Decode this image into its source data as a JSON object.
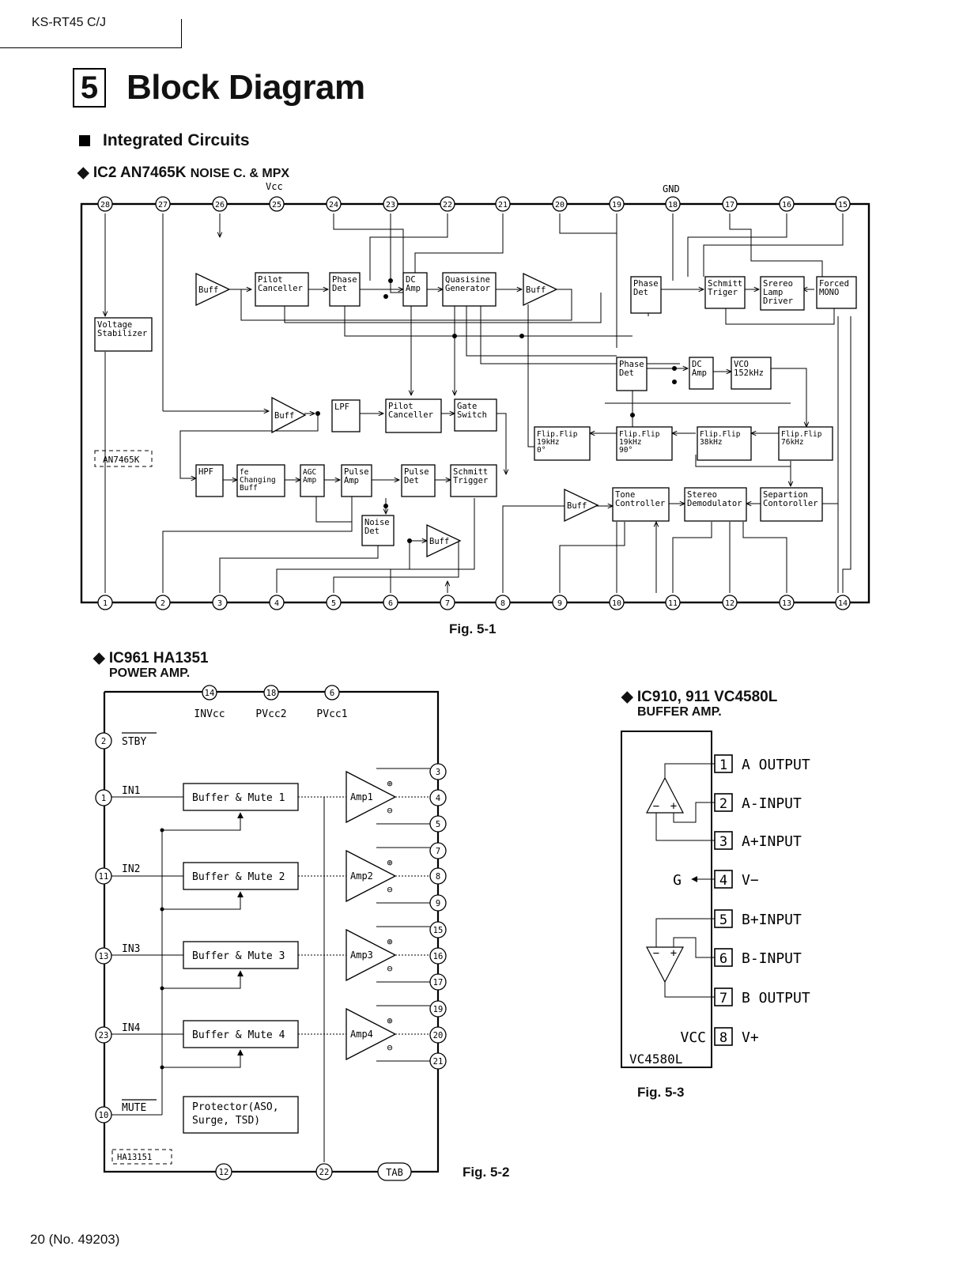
{
  "header": {
    "model": "KS-RT45 C/J"
  },
  "title": {
    "number": "5",
    "text": "Block Diagram"
  },
  "section": {
    "text": "Integrated Circuits"
  },
  "ic2": {
    "heading": "◆ IC2 AN7465K",
    "heading_suffix": "NOISE C. & MPX",
    "vcc": "Vcc",
    "gnd": "GND",
    "part": "AN7465K",
    "fig": "Fig. 5-1",
    "top_pins": [
      "28",
      "27",
      "26",
      "25",
      "24",
      "23",
      "22",
      "21",
      "20",
      "19",
      "18",
      "17",
      "16",
      "15"
    ],
    "bottom_pins": [
      "1",
      "2",
      "3",
      "4",
      "5",
      "6",
      "7",
      "8",
      "9",
      "10",
      "11",
      "12",
      "13",
      "14"
    ],
    "blocks": {
      "voltage_stabilizer": [
        "Voltage",
        "Stabilizer"
      ],
      "buff1": "Buff",
      "pilot_canceller1": [
        "Pilot",
        "Canceller"
      ],
      "phase_det1": [
        "Phase",
        "Det"
      ],
      "dc_amp1": [
        "DC",
        "Amp"
      ],
      "quasisine": [
        "Quasisine",
        "Generator"
      ],
      "buff2": "Buff",
      "phase_det2": [
        "Phase",
        "Det"
      ],
      "schmitt_triger": [
        "Schmitt",
        "Triger"
      ],
      "stereo_lamp": [
        "Srereo",
        "Lamp",
        "Driver"
      ],
      "forced_mono": [
        "Forced",
        "MONO"
      ],
      "phase_det3": [
        "Phase",
        "Det"
      ],
      "dc_amp2": [
        "DC",
        "Amp"
      ],
      "vco": [
        "VCO",
        "152kHz"
      ],
      "buff3": "Buff",
      "lpf": "LPF",
      "pilot_canceller2": [
        "Pilot",
        "Canceller"
      ],
      "gate_switch": [
        "Gate",
        "Switch"
      ],
      "flip1": [
        "Flip.Flip",
        "19kHz",
        "0°"
      ],
      "flip2": [
        "Flip.Flip",
        "19kHz",
        "90°"
      ],
      "flip3": [
        "Flip.Flip",
        "38kHz"
      ],
      "flip4": [
        "Flip.Flip",
        "76kHz"
      ],
      "hpf": "HPF",
      "fe_changing": [
        "fe",
        "Changing",
        "Buff"
      ],
      "agc_amp": [
        "AGC",
        "Amp"
      ],
      "pulse_amp": [
        "Pulse",
        "Amp"
      ],
      "pulse_det": [
        "Pulse",
        "Det"
      ],
      "schmitt_trigger": [
        "Schmitt",
        "Trigger"
      ],
      "noise_det": [
        "Noise",
        "Det"
      ],
      "buff4": "Buff",
      "buff5": "Buff",
      "tone_controller": [
        "Tone",
        "Controller"
      ],
      "stereo_demod": [
        "Stereo",
        "Demodulator"
      ],
      "separation": [
        "Separtion",
        "Contoroller"
      ]
    }
  },
  "ic961": {
    "heading": "◆ IC961 HA1351",
    "subheading": "POWER AMP.",
    "top_pins": [
      "14",
      "18",
      "6"
    ],
    "top_labels": [
      "INVcc",
      "PVcc2",
      "PVcc1"
    ],
    "left_pins": [
      "2",
      "1",
      "11",
      "13",
      "23",
      "10"
    ],
    "left_labels": [
      "STBY",
      "IN1",
      "IN2",
      "IN3",
      "IN4",
      "MUTE"
    ],
    "buffers": [
      "Buffer & Mute 1",
      "Buffer & Mute 2",
      "Buffer & Mute 3",
      "Buffer & Mute 4"
    ],
    "amps": [
      "Amp1",
      "Amp2",
      "Amp3",
      "Amp4"
    ],
    "right_pins": [
      "3",
      "4",
      "5",
      "7",
      "8",
      "9",
      "15",
      "16",
      "17",
      "19",
      "20",
      "21"
    ],
    "protector": [
      "Protector(ASO,",
      "Surge, TSD)"
    ],
    "part": "HA13151",
    "bottom_pins": [
      "12",
      "22"
    ],
    "tab": "TAB",
    "fig": "Fig. 5-2"
  },
  "ic910": {
    "heading": "◆ IC910, 911 VC4580L",
    "subheading": "BUFFER AMP.",
    "pins": [
      "1",
      "2",
      "3",
      "4",
      "5",
      "6",
      "7",
      "8"
    ],
    "pin_labels": [
      "A OUTPUT",
      "A-INPUT",
      "A+INPUT",
      "V−",
      "B+INPUT",
      "B-INPUT",
      "B OUTPUT",
      "V+"
    ],
    "g_label": "G",
    "vcc_label": "VCC",
    "part": "VC4580L",
    "fig": "Fig. 5-3"
  },
  "footer": {
    "page": "20 (No. 49203)"
  }
}
